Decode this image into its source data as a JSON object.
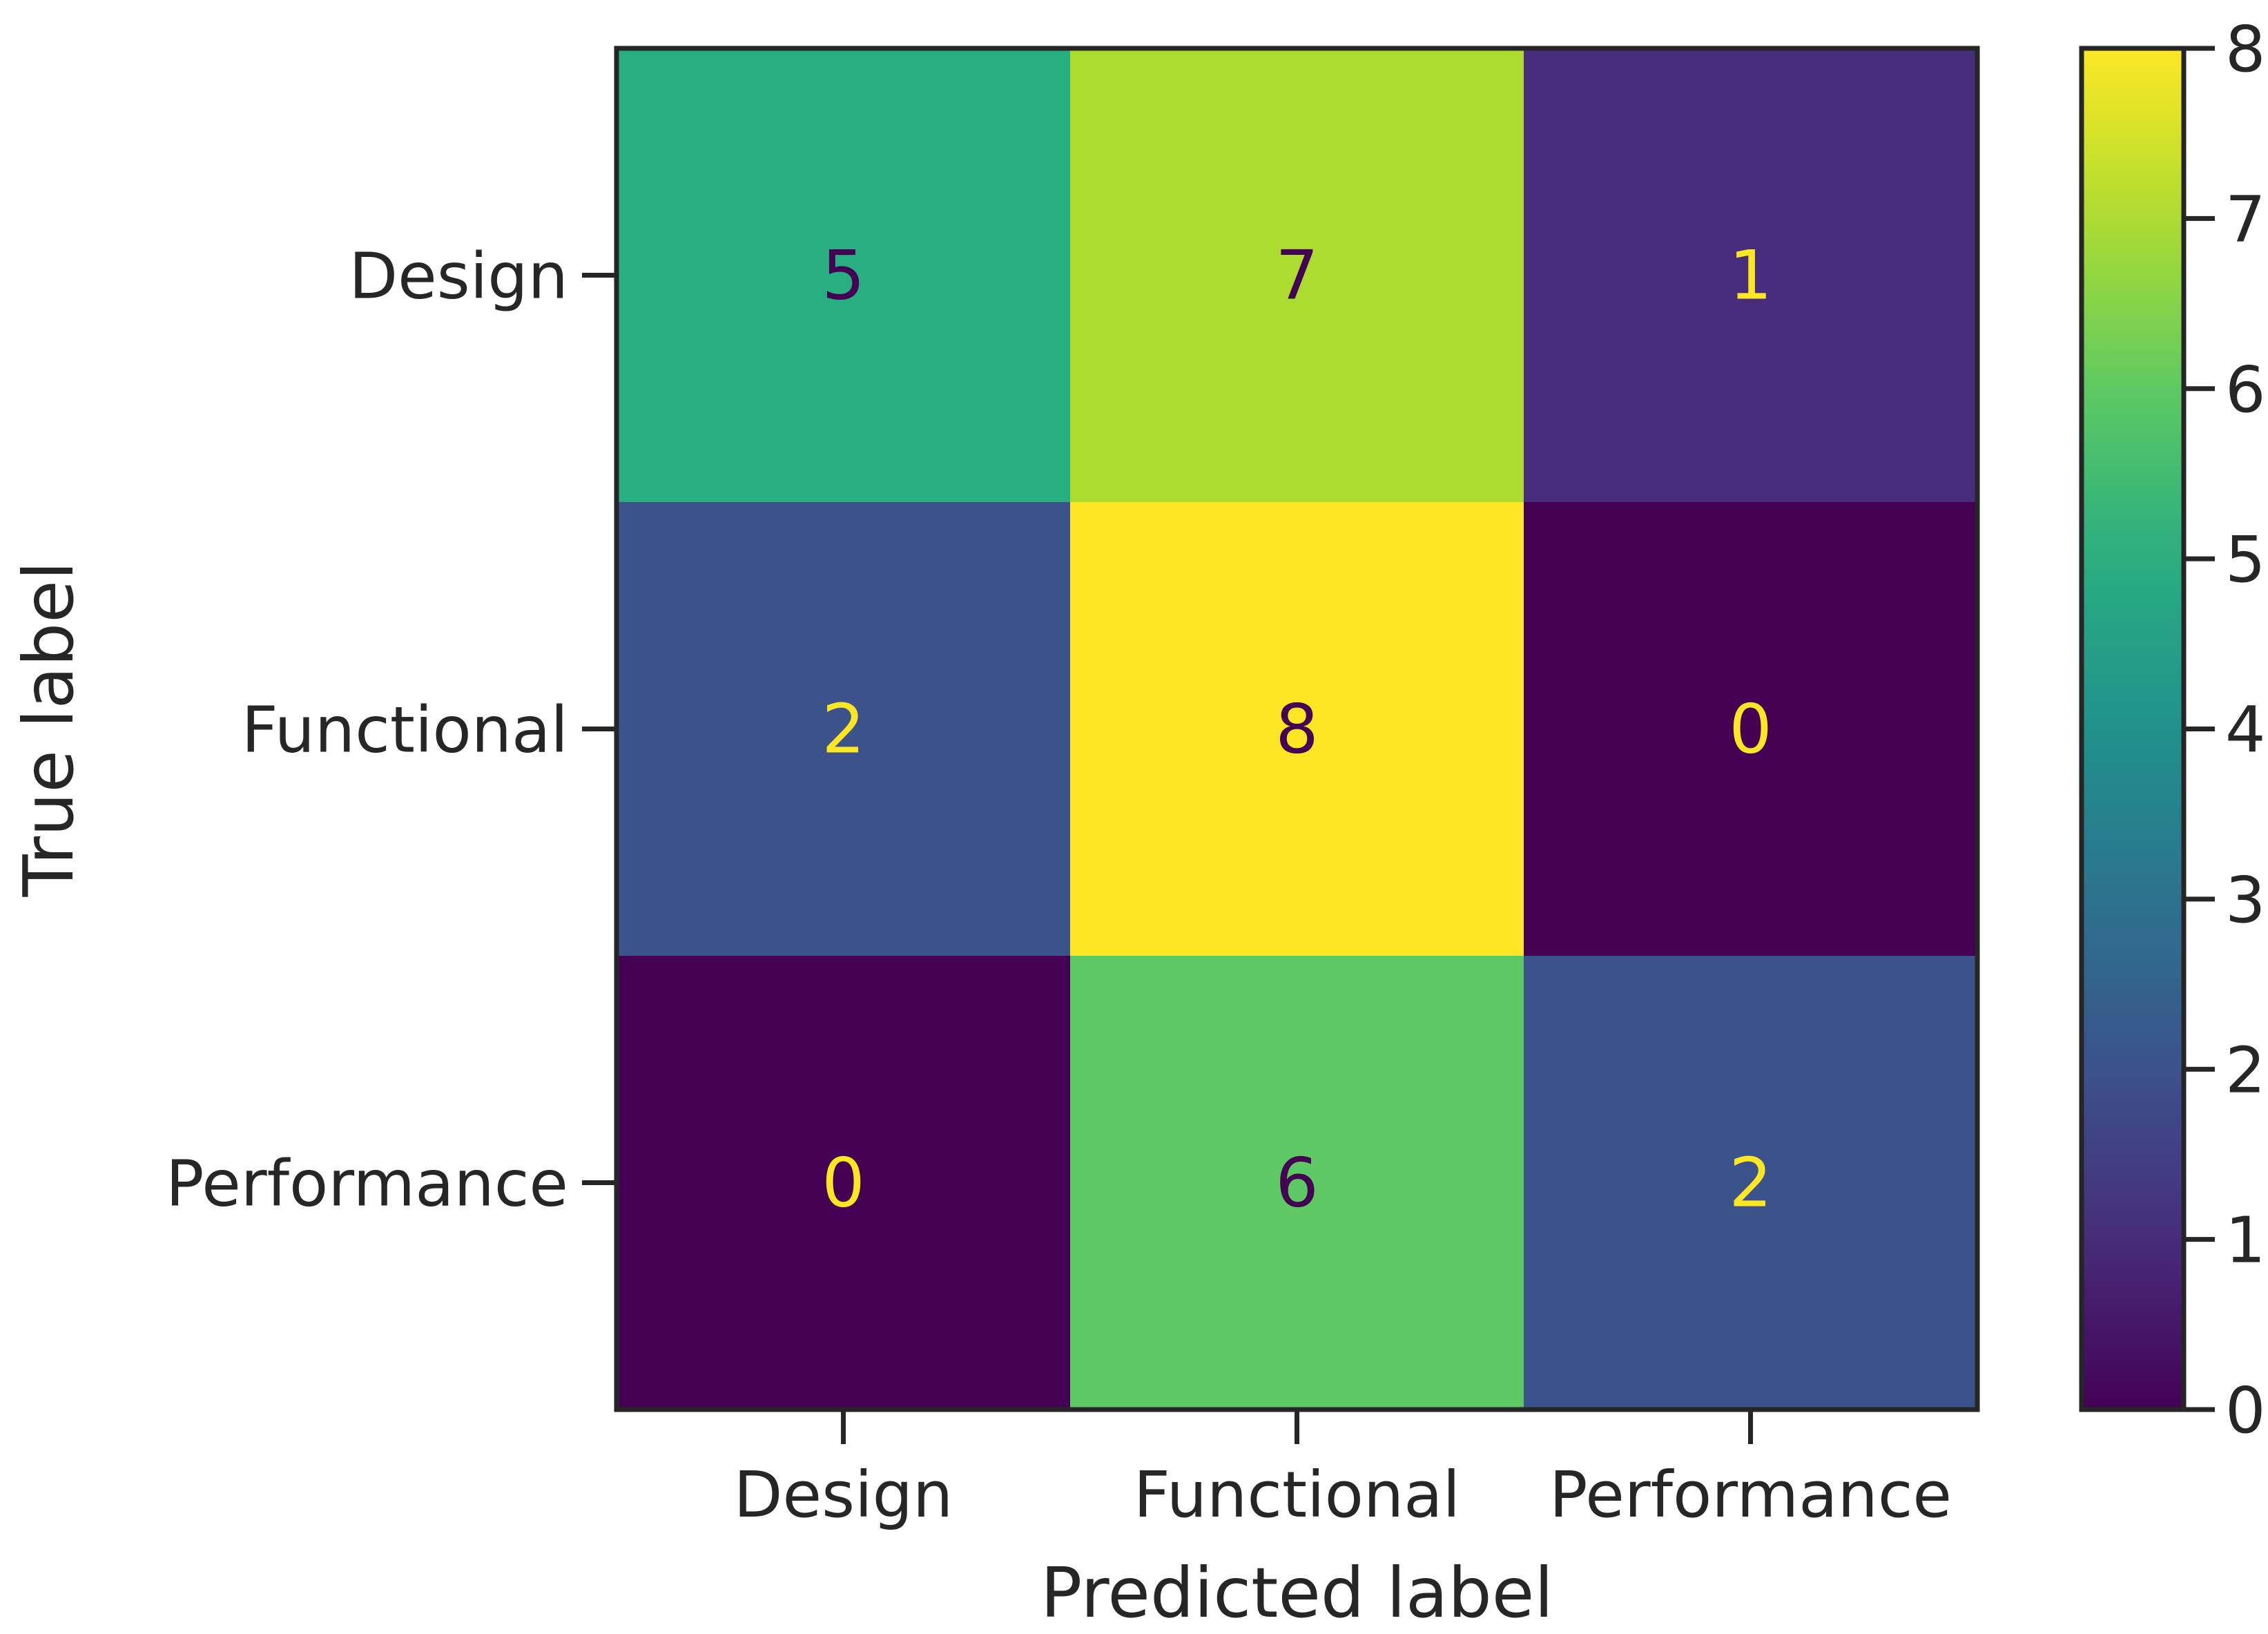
{
  "chart_data": {
    "type": "heatmap",
    "title": "",
    "xlabel": "Predicted label",
    "ylabel": "True label",
    "x_categories": [
      "Design",
      "Functional",
      "Performance"
    ],
    "y_categories": [
      "Design",
      "Functional",
      "Performance"
    ],
    "matrix": [
      [
        5,
        7,
        1
      ],
      [
        2,
        8,
        0
      ],
      [
        0,
        6,
        2
      ]
    ],
    "colormap": "viridis",
    "colorbar": {
      "range": [
        0,
        8
      ],
      "ticks": [
        "0",
        "1",
        "2",
        "3",
        "4",
        "5",
        "6",
        "7",
        "8"
      ]
    },
    "text_colors": {
      "dark": "#440154",
      "light": "#fde725"
    },
    "grid": false
  }
}
